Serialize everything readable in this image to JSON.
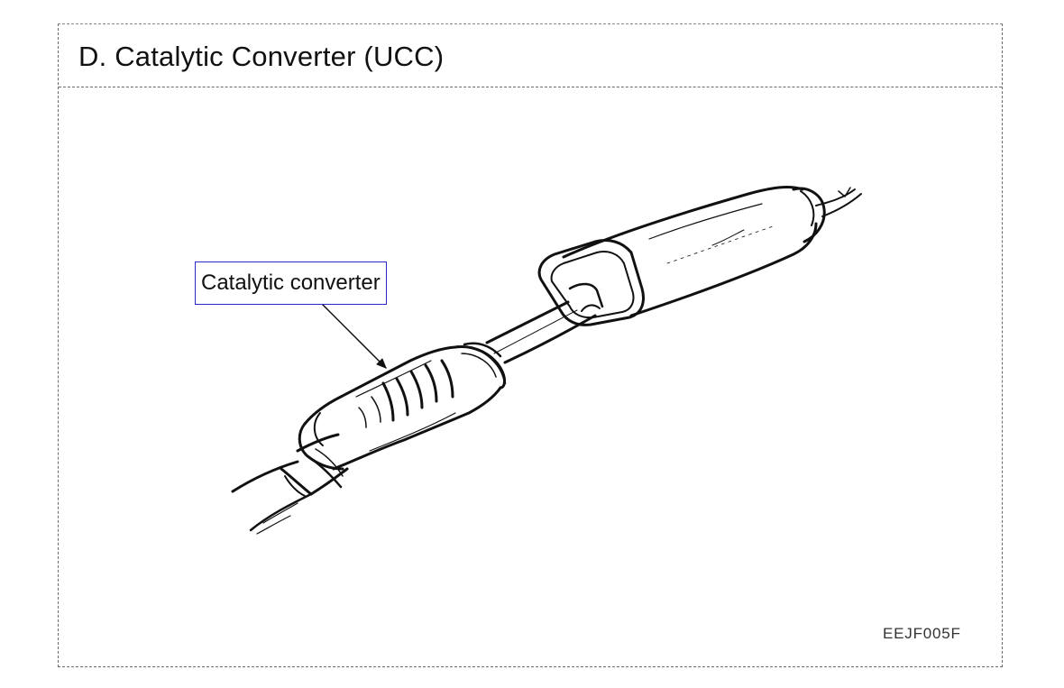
{
  "page": {
    "title": "D. Catalytic Converter (UCC)",
    "callout_label": "Catalytic converter",
    "figure_code": "EEJF005F"
  },
  "illustration": {
    "subject": "exhaust pipe assembly with catalytic converter and muffler",
    "style": "black line drawing",
    "callout_border_color": "#2a2ac8"
  }
}
